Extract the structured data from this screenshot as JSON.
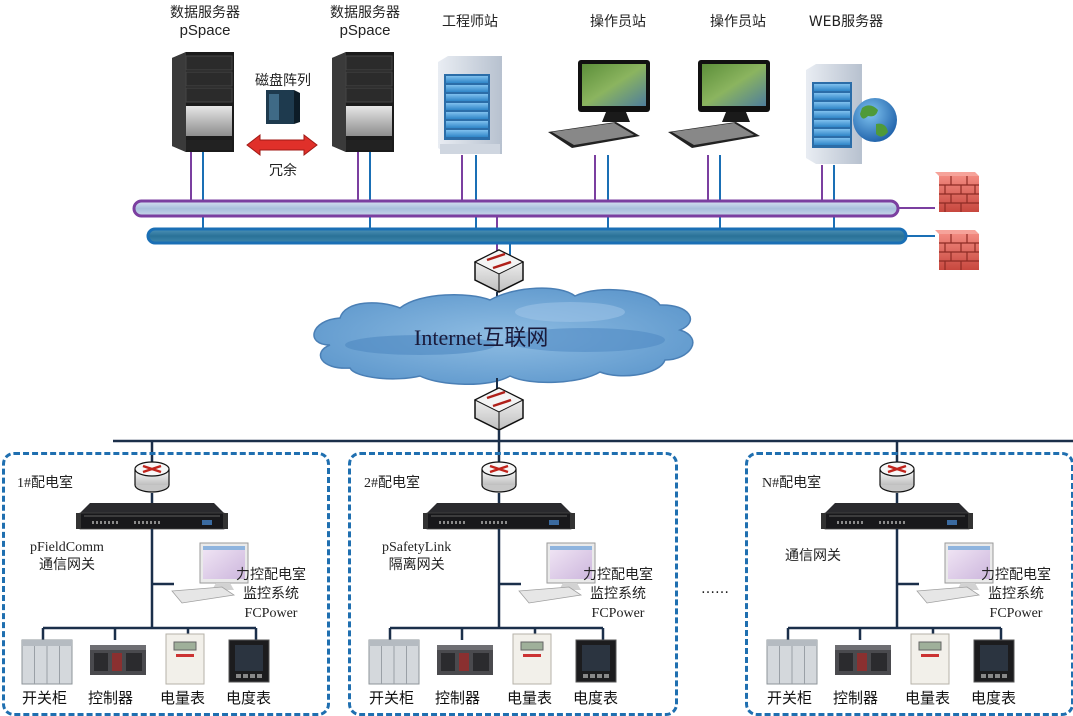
{
  "top": {
    "nodes": [
      {
        "id": "db1",
        "line1": "数据服务器",
        "line2": "pSpace",
        "icon": "tower-server-icon"
      },
      {
        "id": "db2",
        "line1": "数据服务器",
        "line2": "pSpace",
        "icon": "tower-server-icon"
      },
      {
        "id": "eng",
        "line1": "工程师站",
        "icon": "rack-server-icon"
      },
      {
        "id": "op1",
        "line1": "操作员站",
        "icon": "workstation-icon"
      },
      {
        "id": "op2",
        "line1": "操作员站",
        "icon": "workstation-icon"
      },
      {
        "id": "web",
        "line1": "WEB服务器",
        "icon": "web-server-globe-icon"
      }
    ],
    "disk_array": "磁盘阵列",
    "redundancy": "冗余",
    "colors": {
      "bus_purple": "#7b3fa0",
      "bus_blue": "#1a6fb5",
      "room_border": "#1f6fb0",
      "arrow_red": "#e0302a"
    }
  },
  "cloud": {
    "label": "Internet互联网"
  },
  "rooms": [
    {
      "title": "1#配电室",
      "gateway": [
        "pFieldComm",
        "通信网关"
      ],
      "system": [
        "力控配电室",
        "监控系统",
        "FCPower"
      ],
      "devices": [
        "开关柜",
        "控制器",
        "电量表",
        "电度表"
      ]
    },
    {
      "title": "2#配电室",
      "gateway": [
        "pSafetyLink",
        "隔离网关"
      ],
      "system": [
        "力控配电室",
        "监控系统",
        "FCPower"
      ],
      "devices": [
        "开关柜",
        "控制器",
        "电量表",
        "电度表"
      ]
    },
    {
      "title": "N#配电室",
      "gateway": [
        "通信网关"
      ],
      "system": [
        "力控配电室",
        "监控系统",
        "FCPower"
      ],
      "devices": [
        "开关柜",
        "控制器",
        "电量表",
        "电度表"
      ]
    }
  ],
  "ellipsis": "……"
}
